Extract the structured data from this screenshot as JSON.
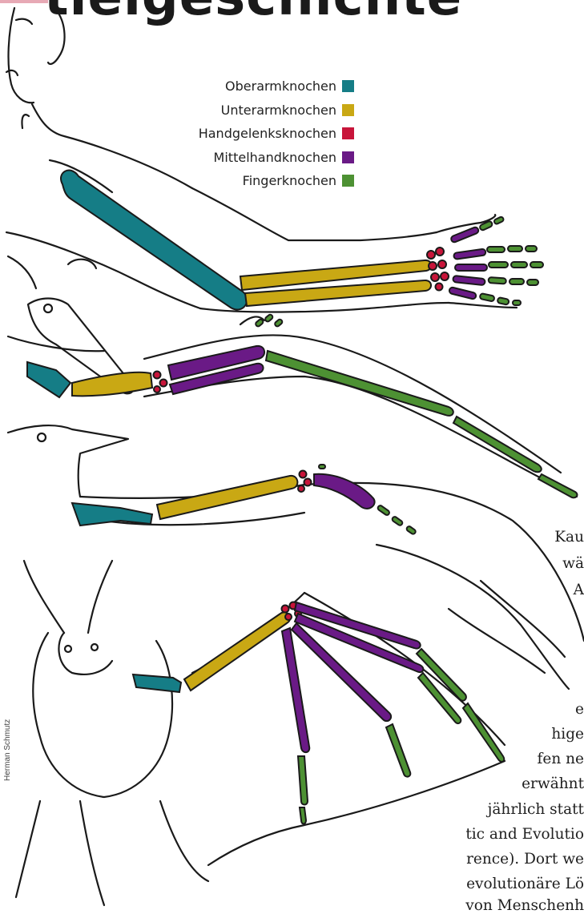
{
  "title": "tieigeschichte",
  "legend": [
    {
      "label": "Oberarmknochen",
      "color": "#157d86"
    },
    {
      "label": "Unterarmknochen",
      "color": "#c9a814"
    },
    {
      "label": "Handgelenksknochen",
      "color": "#c8153a"
    },
    {
      "label": "Mittelhandknochen",
      "color": "#6a1a86"
    },
    {
      "label": "Fingerknochen",
      "color": "#4d9133"
    }
  ],
  "credit": "Herman Schmutz",
  "text_fragments": [
    "Kau",
    "wä",
    "A",
    "e",
    "hige",
    "fen ne",
    "erwähnt",
    "jährlich statt",
    "tic and Evolutio",
    "rence). Dort we",
    "evolutionäre Lö",
    "von Menschenh"
  ]
}
